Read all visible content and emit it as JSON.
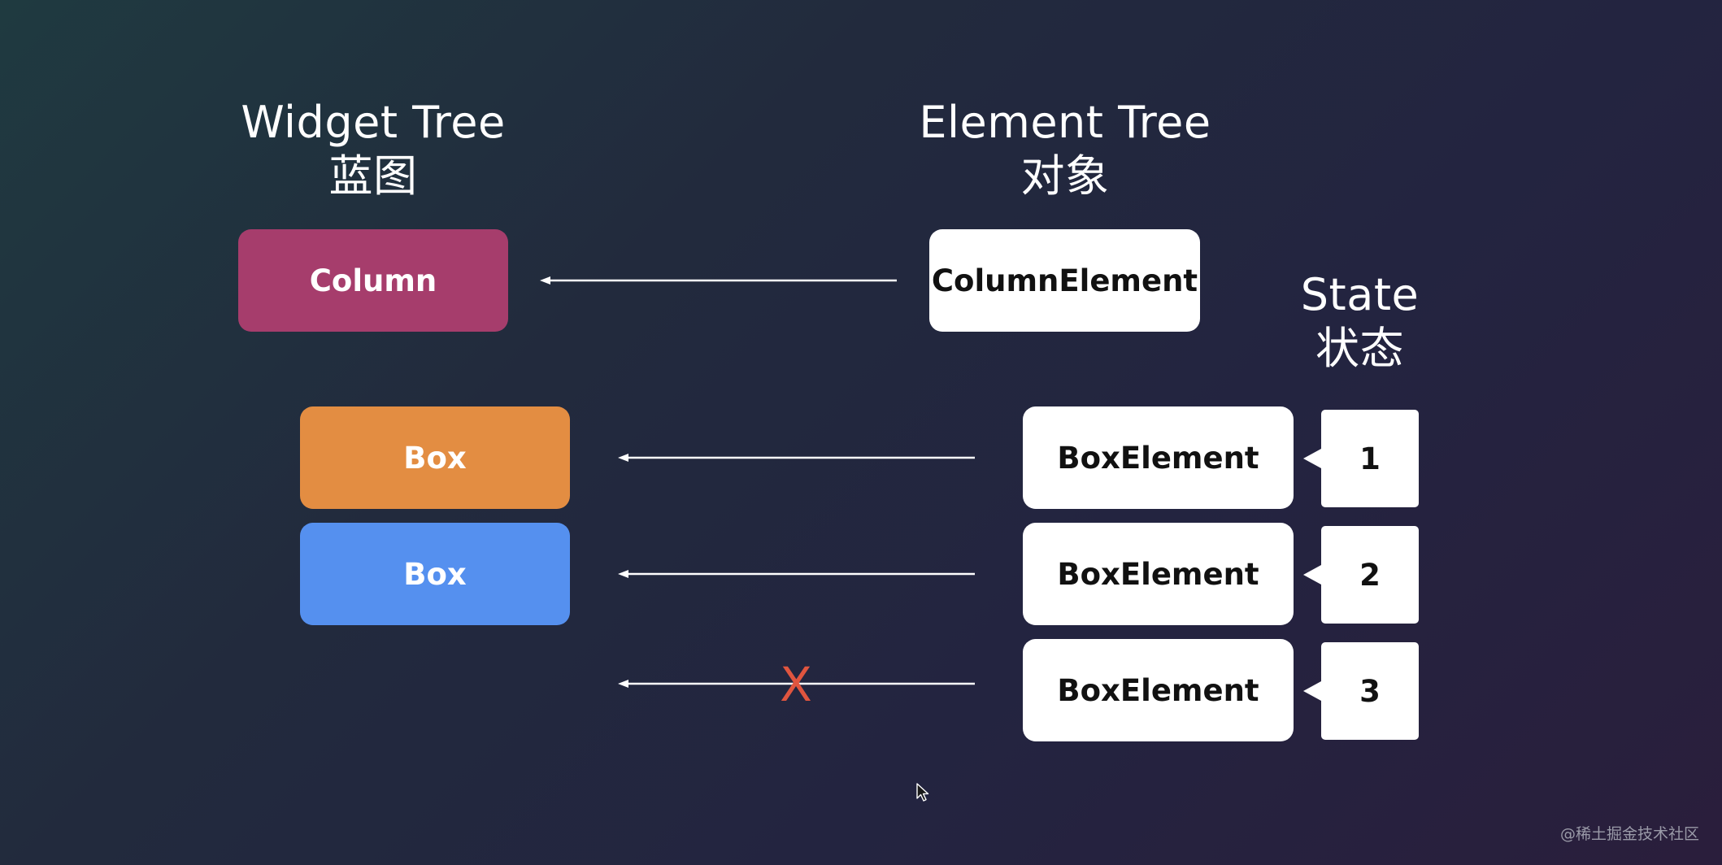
{
  "headings": {
    "widget_tree": {
      "title": "Widget Tree",
      "subtitle": "蓝图"
    },
    "element_tree": {
      "title": "Element Tree",
      "subtitle": "对象"
    },
    "state": {
      "title": "State",
      "subtitle": "状态"
    }
  },
  "widget_nodes": [
    {
      "label": "Column",
      "color": "#a63d6c"
    },
    {
      "label": "Box",
      "color": "#e38d42"
    },
    {
      "label": "Box",
      "color": "#5590ef"
    }
  ],
  "element_nodes": [
    {
      "label": "ColumnElement"
    },
    {
      "label": "BoxElement"
    },
    {
      "label": "BoxElement"
    },
    {
      "label": "BoxElement"
    }
  ],
  "states": [
    "1",
    "2",
    "3"
  ],
  "broken_link_mark": "X",
  "watermark": "@稀土掘金技术社区",
  "colors": {
    "arrow": "#ffffff",
    "broken_mark": "#e0553f"
  }
}
